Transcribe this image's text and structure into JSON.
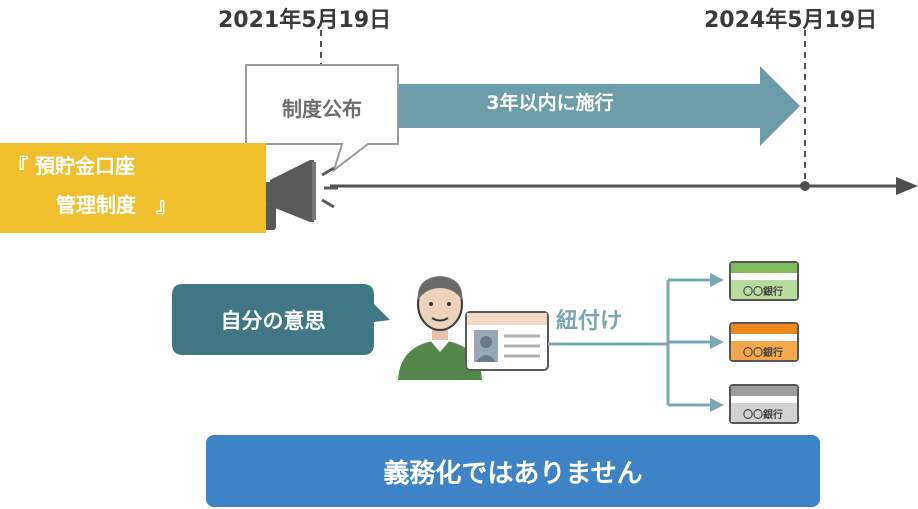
{
  "timeline": {
    "start_date": "2021年5月19日",
    "end_date": "2024年5月19日",
    "announcement": "制度公布",
    "period": "3年以内に施行"
  },
  "system_name": {
    "line1": "『 預貯金口座",
    "line2": "管理制度　』"
  },
  "intent": "自分の意思",
  "link_label": "紐付け",
  "banks": [
    {
      "label": "〇〇銀行",
      "color": "#7dbd5b"
    },
    {
      "label": "〇〇銀行",
      "color": "#ed8a1a"
    },
    {
      "label": "〇〇銀行",
      "color": "#9d9d9d"
    }
  ],
  "banner": "義務化ではありません",
  "colors": {
    "teal": "#6b9ea8",
    "intent_bubble": "#3f7882",
    "yellow": "#f0bf2e",
    "blue": "#3e83c5",
    "timeline": "#505050"
  }
}
